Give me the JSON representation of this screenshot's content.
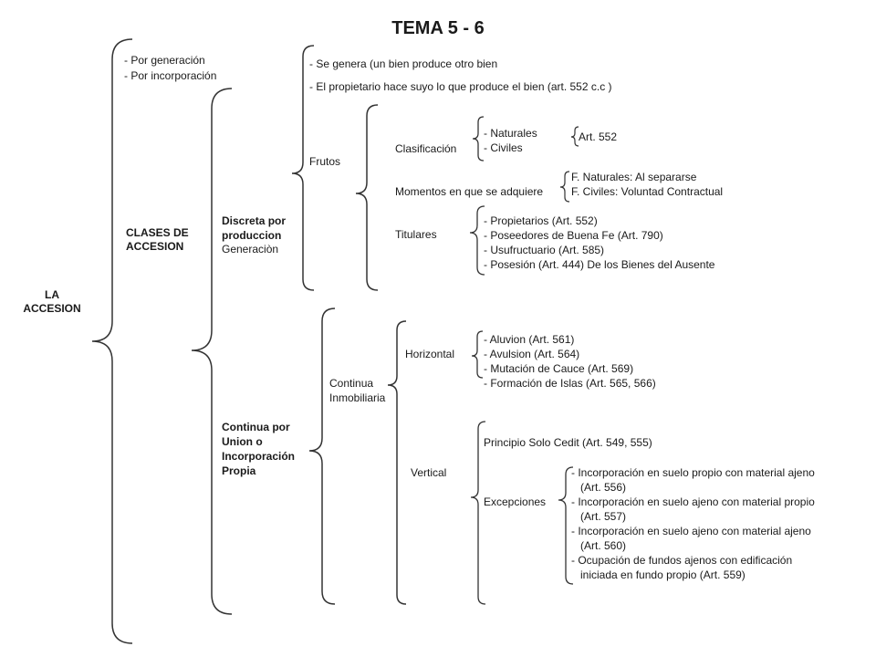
{
  "title": "TEMA 5 - 6",
  "root": {
    "line1": "LA",
    "line2": "ACCESION"
  },
  "modos": [
    "- Por generación",
    "- Por incorporación"
  ],
  "clases": {
    "line1": "CLASES DE",
    "line2": "ACCESION"
  },
  "discreta": {
    "line1": "Discreta por",
    "line2": "produccion",
    "line3": "Generaciòn"
  },
  "continua_propia": {
    "line1": "Continua por",
    "line2": "Union o",
    "line3": "Incorporación",
    "line4": "Propia"
  },
  "produccion": [
    "- Se genera (un bien produce otro bien",
    "-  El propietario hace suyo lo que produce el bien (art.  552 c.c )"
  ],
  "frutos": {
    "label": "Frutos",
    "clasificacion": {
      "label": "Clasificación",
      "items": [
        "- Naturales",
        "- Civiles"
      ],
      "ref": "Art. 552"
    },
    "momentos": {
      "label": "Momentos en que se adquiere",
      "items": [
        "F. Naturales:   Al separarse",
        "F. Civiles:  Voluntad Contractual"
      ]
    },
    "titulares": {
      "label": "Titulares",
      "items": [
        "- Propietarios    (Art. 552)",
        "- Poseedores de Buena Fe (Art. 790)",
        "- Usufructuario (Art. 585)",
        "- Posesión (Art. 444)  De los Bienes del Ausente"
      ]
    }
  },
  "inmobiliaria": {
    "line1": "Continua",
    "line2": "Inmobiliaria",
    "horizontal": {
      "label": "Horizontal",
      "items": [
        "- Aluvion (Art. 561)",
        "- Avulsion (Art. 564)",
        "- Mutación de Cauce (Art. 569)",
        "- Formación de Islas (Art. 565, 566)"
      ]
    },
    "vertical": {
      "label": "Vertical",
      "principio": "Principio Solo Cedit (Art. 549, 555)",
      "excepciones": {
        "label": "Excepciones",
        "items": [
          "- Incorporación en suelo propio con material ajeno",
          "   (Art. 556)",
          "- Incorporación en suelo ajeno con material propio",
          "   (Art. 557)",
          "- Incorporación en suelo ajeno con material ajeno",
          "   (Art. 560)",
          "- Ocupación de fundos ajenos con edificación",
          "   iniciada en fundo propio (Art. 559)"
        ]
      }
    }
  }
}
